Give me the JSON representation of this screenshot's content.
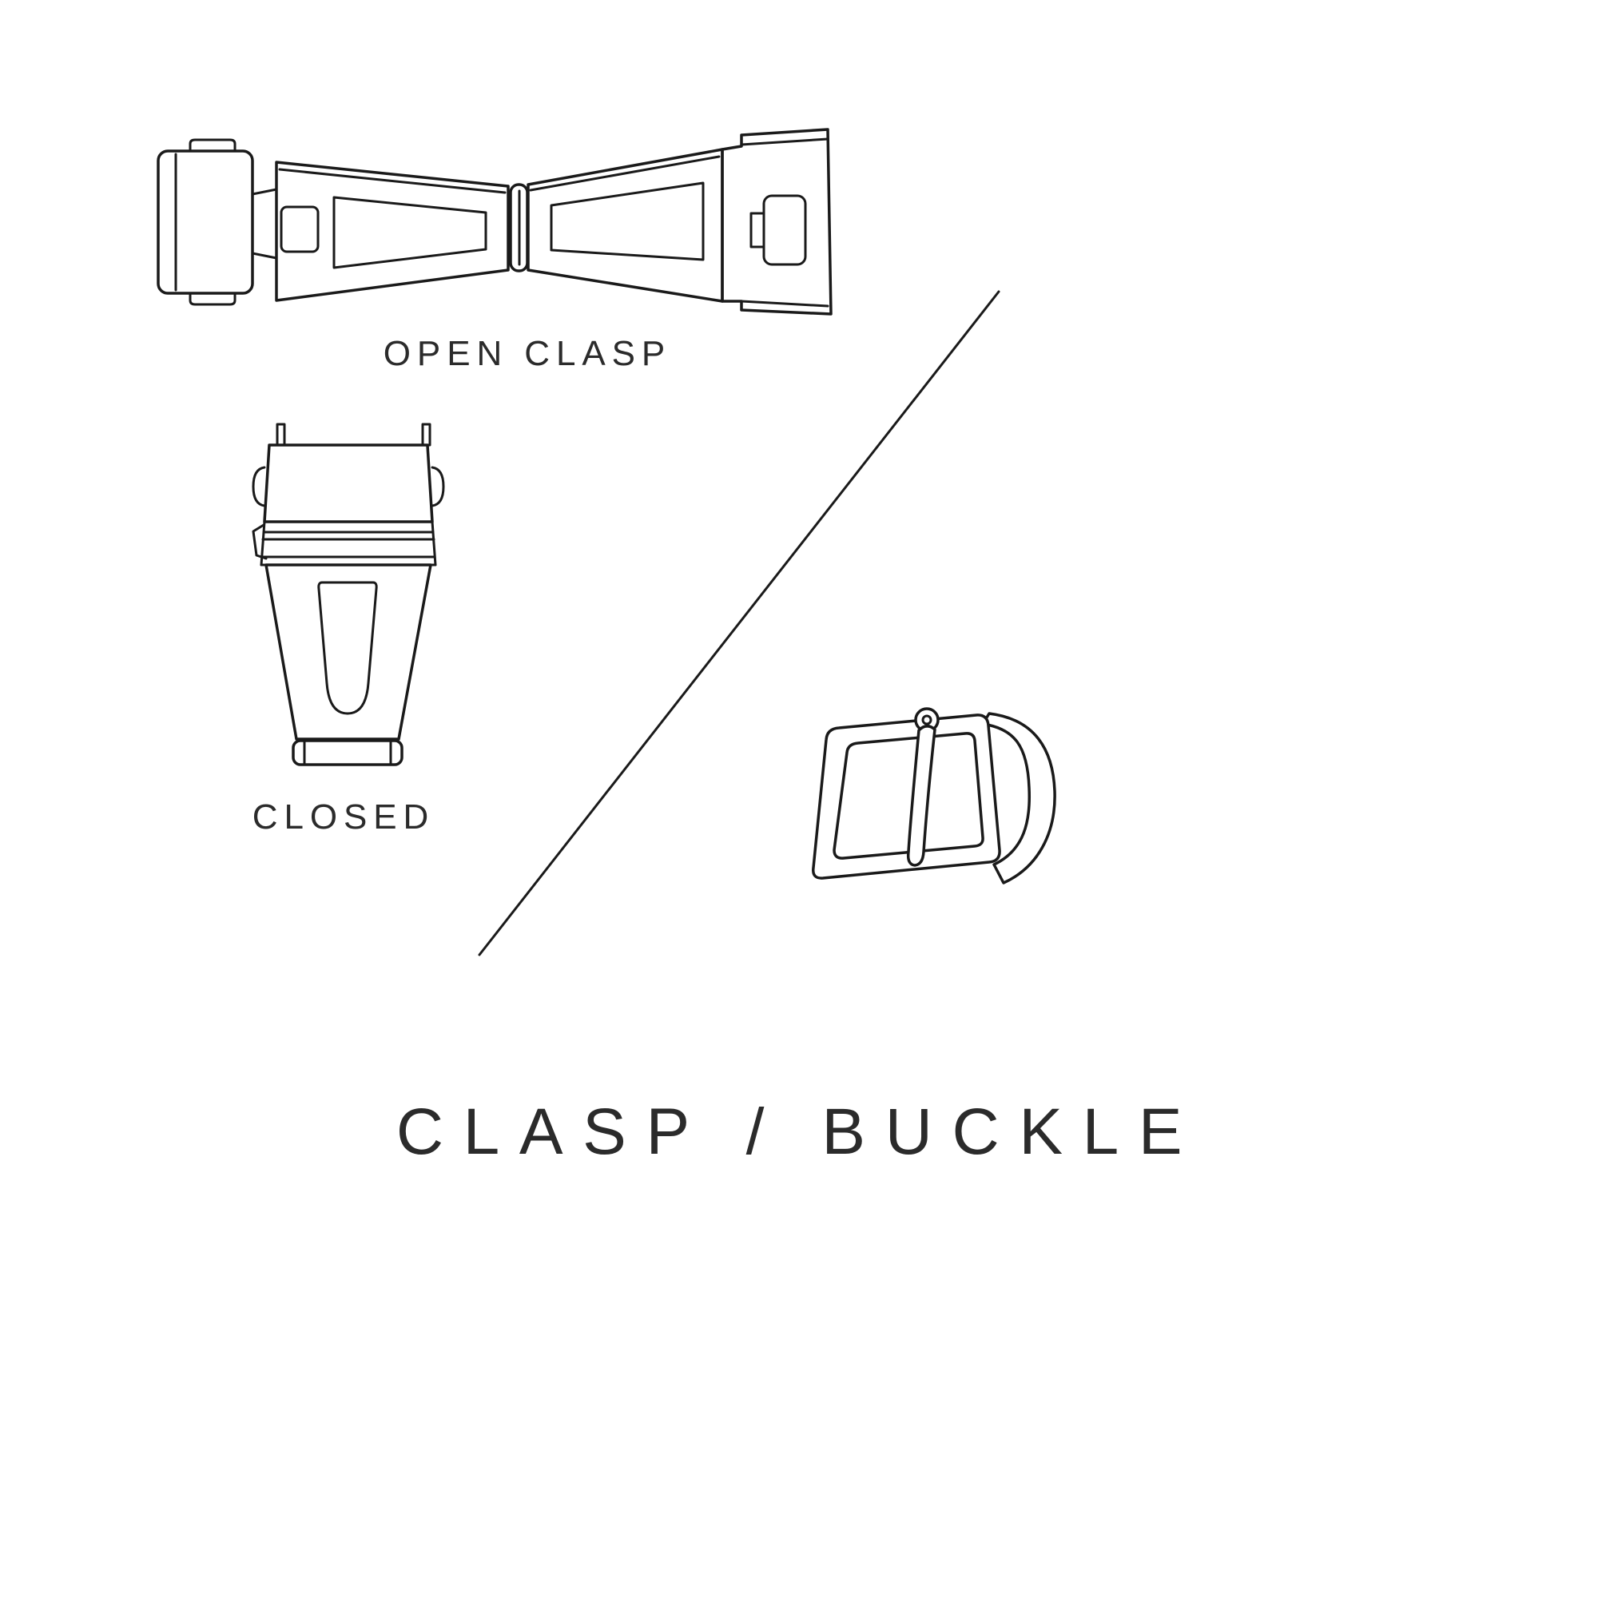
{
  "theme": {
    "background": "#ffffff",
    "line_color": "#1a1a1a",
    "text_color": "#2b2b2b"
  },
  "diagram": {
    "open_clasp": {
      "label": "OPEN CLASP",
      "illustration": "open-clasp-deployant-top-view"
    },
    "closed_clasp": {
      "label": "CLOSED",
      "illustration": "closed-clasp-top-view"
    },
    "buckle": {
      "illustration": "pin-buckle-three-quarter-view"
    },
    "divider": {
      "illustration": "diagonal-divider-line"
    }
  },
  "title": {
    "text": "CLASP / BUCKLE"
  }
}
